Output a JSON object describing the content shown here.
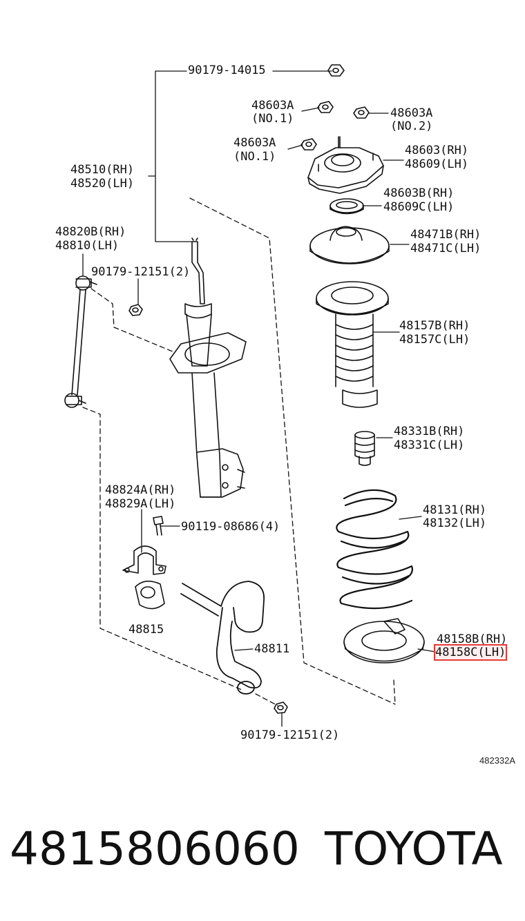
{
  "labels": {
    "l90179_14015": "90179-14015",
    "l48603a_1": "48603A",
    "l48603a_1b": "(NO.1)",
    "l48603a_2": "48603A",
    "l48603a_2b": "(NO.2)",
    "l48603a_3": "48603A",
    "l48603a_3b": "(NO.1)",
    "l48603rh": "48603(RH)",
    "l48609lh": "48609(LH)",
    "l48510rh": "48510(RH)",
    "l48520lh": "48520(LH)",
    "l48603brh": "48603B(RH)",
    "l48609clh": "48609C(LH)",
    "l48820brh": "48820B(RH)",
    "l48810lh": "48810(LH)",
    "l48471brh": "48471B(RH)",
    "l48471clh": "48471C(LH)",
    "l90179_12151a": "90179-12151(2)",
    "l48157brh": "48157B(RH)",
    "l48157clh": "48157C(LH)",
    "l48331brh": "48331B(RH)",
    "l48331clh": "48331C(LH)",
    "l48824arh": "48824A(RH)",
    "l48829alh": "48829A(LH)",
    "l48131rh": "48131(RH)",
    "l48132lh": "48132(LH)",
    "l90119": "90119-08686(4)",
    "l48815": "48815",
    "l48811": "48811",
    "l48158brh": "48158B(RH)",
    "l48158clh": "48158C(LH)",
    "l90179_12151b": "90179-12151(2)"
  },
  "diagram_code": "482332A",
  "part_number": "4815806060",
  "brand": "TOYOTA",
  "highlight_color": "#e53935"
}
